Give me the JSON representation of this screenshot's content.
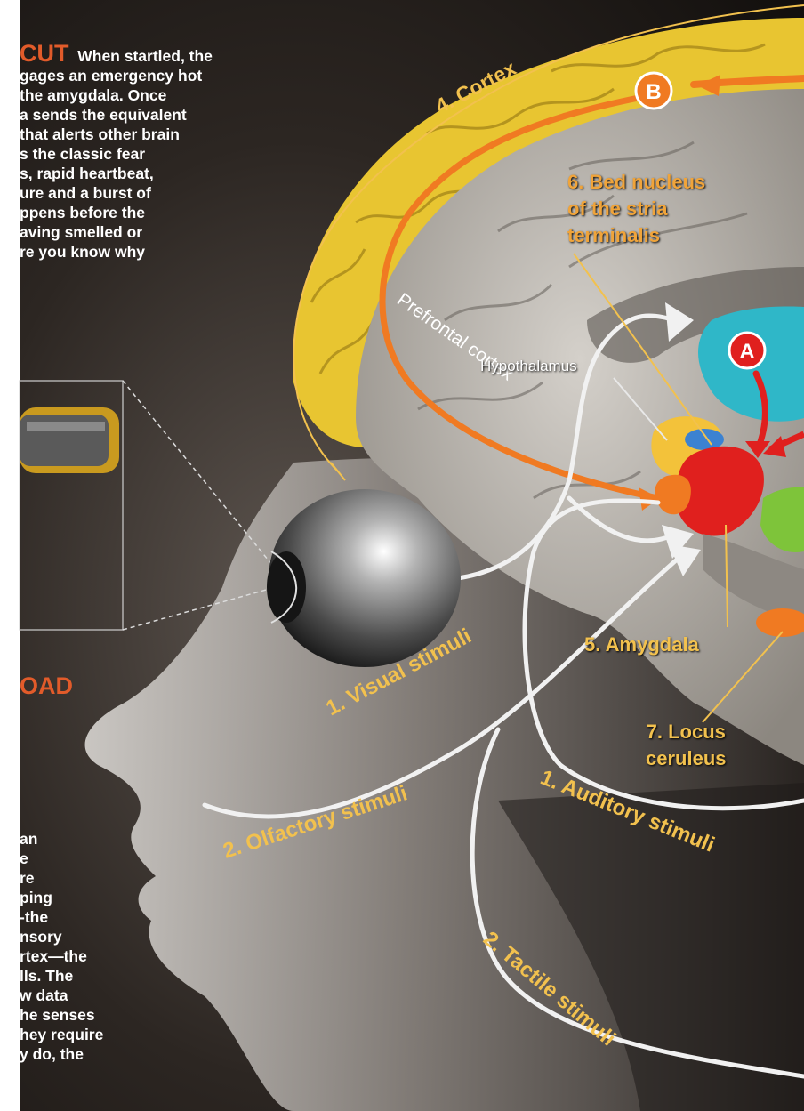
{
  "top_article": {
    "heading_fragment": "CUT",
    "lines": [
      "When startled, the",
      "gages an emergency hot",
      "the amygdala. Once",
      "a sends the equivalent",
      "that alerts other brain",
      "s the classic fear",
      "s, rapid heartbeat,",
      "ure and a burst of",
      "ppens before the",
      "aving smelled or",
      "re you know why"
    ]
  },
  "bottom_article": {
    "heading_fragment": "OAD",
    "lines": [
      "an",
      "e",
      "re",
      "ping",
      "-the",
      "nsory",
      "rtex—the",
      "lls. The",
      "w data",
      "he senses",
      "hey require",
      "y do, the"
    ]
  },
  "diagram": {
    "markers": {
      "a": "A",
      "b": "B"
    },
    "labels": {
      "cortex": "4. Cortex",
      "prefrontal": "Prefrontal cortex",
      "hypothalamus": "Hypothalamus",
      "bed_nucleus": [
        "6. Bed nucleus",
        "of the stria",
        "terminalis"
      ],
      "amygdala": "5. Amygdala",
      "locus": [
        "7. Locus",
        "ceruleus"
      ],
      "visual": "1. Visual stimuli",
      "olfactory": "2. Olfactory stimuli",
      "auditory": "1. Auditory stimuli",
      "tactile": "2. Tactile stimuli"
    },
    "colors": {
      "background": "#1b1714",
      "cortex_yellow": "#e8c531",
      "brain_gray": "#b9b4ad",
      "pathway_orange": "#f07a22",
      "amygdala_red": "#e0201e",
      "thalamus_teal": "#2fb7c8",
      "label_gold": "#f2c14e"
    }
  }
}
